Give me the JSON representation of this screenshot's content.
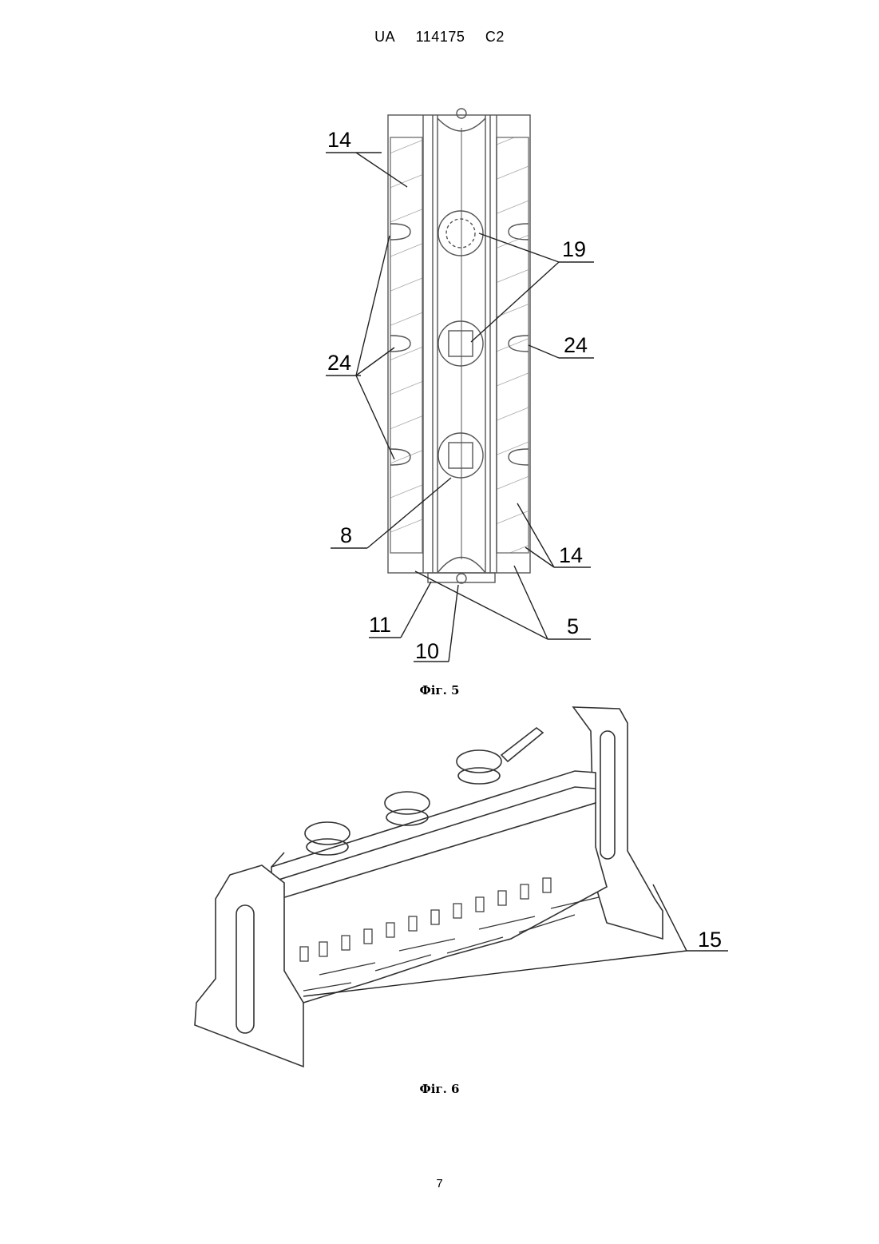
{
  "header": {
    "country": "UA",
    "number": "114175",
    "kind": "C2"
  },
  "figures": [
    {
      "caption": "Фіг. 5",
      "labels": [
        "14",
        "19",
        "24",
        "24",
        "8",
        "14",
        "11",
        "5",
        "10"
      ]
    },
    {
      "caption": "Фіг. 6",
      "labels": [
        "15"
      ]
    }
  ],
  "page_number": "7"
}
